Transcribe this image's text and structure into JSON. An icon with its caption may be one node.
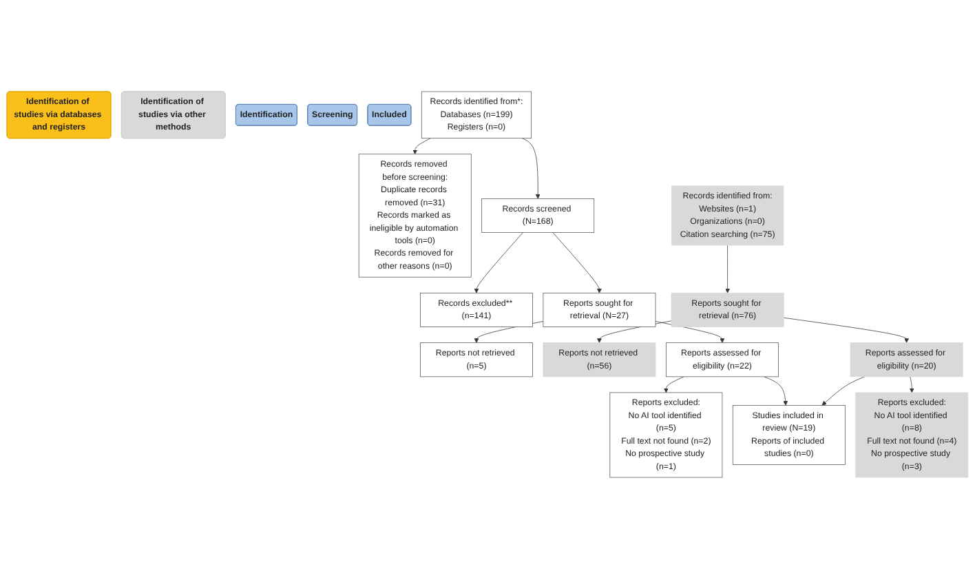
{
  "diagram": {
    "nodes": [
      {
        "text": [
          "Identification of studies via databases and registers"
        ]
      },
      {
        "text": [
          "Identification of studies via other methods"
        ]
      },
      {
        "text": [
          "Identification"
        ]
      },
      {
        "text": [
          "Screening"
        ]
      },
      {
        "text": [
          "Included"
        ]
      },
      {
        "text": [
          "Records identified from*:",
          "Databases (n=199)",
          "Registers (n=0)"
        ]
      },
      {
        "text": [
          "Records removed before screening:",
          "Duplicate records removed (n=31)",
          "Records marked as ineligible by automation tools (n=0)",
          "Records removed for other reasons (n=0)"
        ]
      },
      {
        "text": [
          "Records identified from:",
          "Websites (n=1)",
          "Organizations (n=0)",
          "Citation searching (n=75)"
        ]
      },
      {
        "text": [
          "Records screened (N=168)"
        ]
      },
      {
        "text": [
          "Records excluded** (n=141)"
        ]
      },
      {
        "text": [
          "Reports sought for retrieval (N=27)"
        ]
      },
      {
        "text": [
          "Reports not retrieved (n=5)"
        ]
      },
      {
        "text": [
          "Reports sought for retrieval (n=76)"
        ]
      },
      {
        "text": [
          "Reports not retrieved (n=56)"
        ]
      },
      {
        "text": [
          "Reports assessed for eligibility (n=22)"
        ]
      },
      {
        "text": [
          "Reports excluded:",
          "No AI tool identified (n=5)",
          "Full text not found (n=2)",
          "No prospective study (n=1)"
        ]
      },
      {
        "text": [
          "Reports assessed for eligibility (n=20)"
        ]
      },
      {
        "text": [
          "Reports excluded:",
          "No AI tool identified (n=8)",
          "Full text not found (n=4)",
          "No prospective study (n=3)"
        ]
      },
      {
        "text": [
          "Studies included in review (N=19)",
          "Reports of included studies (n=0)"
        ]
      }
    ],
    "edges": [
      {
        "from": 5,
        "to": 6,
        "arrow": "to"
      },
      {
        "from": 5,
        "to": 8,
        "arrow": "to"
      },
      {
        "from": 8,
        "to": 9,
        "arrow": "to"
      },
      {
        "from": 8,
        "to": 10,
        "arrow": "to"
      },
      {
        "from": 10,
        "to": 11,
        "arrow": "to"
      },
      {
        "from": 10,
        "to": 14,
        "arrow": "to"
      },
      {
        "from": 14,
        "to": 15,
        "arrow": "to"
      },
      {
        "from": 14,
        "to": 18,
        "arrow": "to"
      },
      {
        "from": 7,
        "to": 12,
        "arrow": "to"
      },
      {
        "from": 12,
        "to": 13,
        "arrow": "to"
      },
      {
        "from": 12,
        "to": 16,
        "arrow": "to"
      },
      {
        "from": 16,
        "to": 17,
        "arrow": "to"
      },
      {
        "from": 16,
        "to": 18,
        "arrow": "to"
      }
    ]
  }
}
